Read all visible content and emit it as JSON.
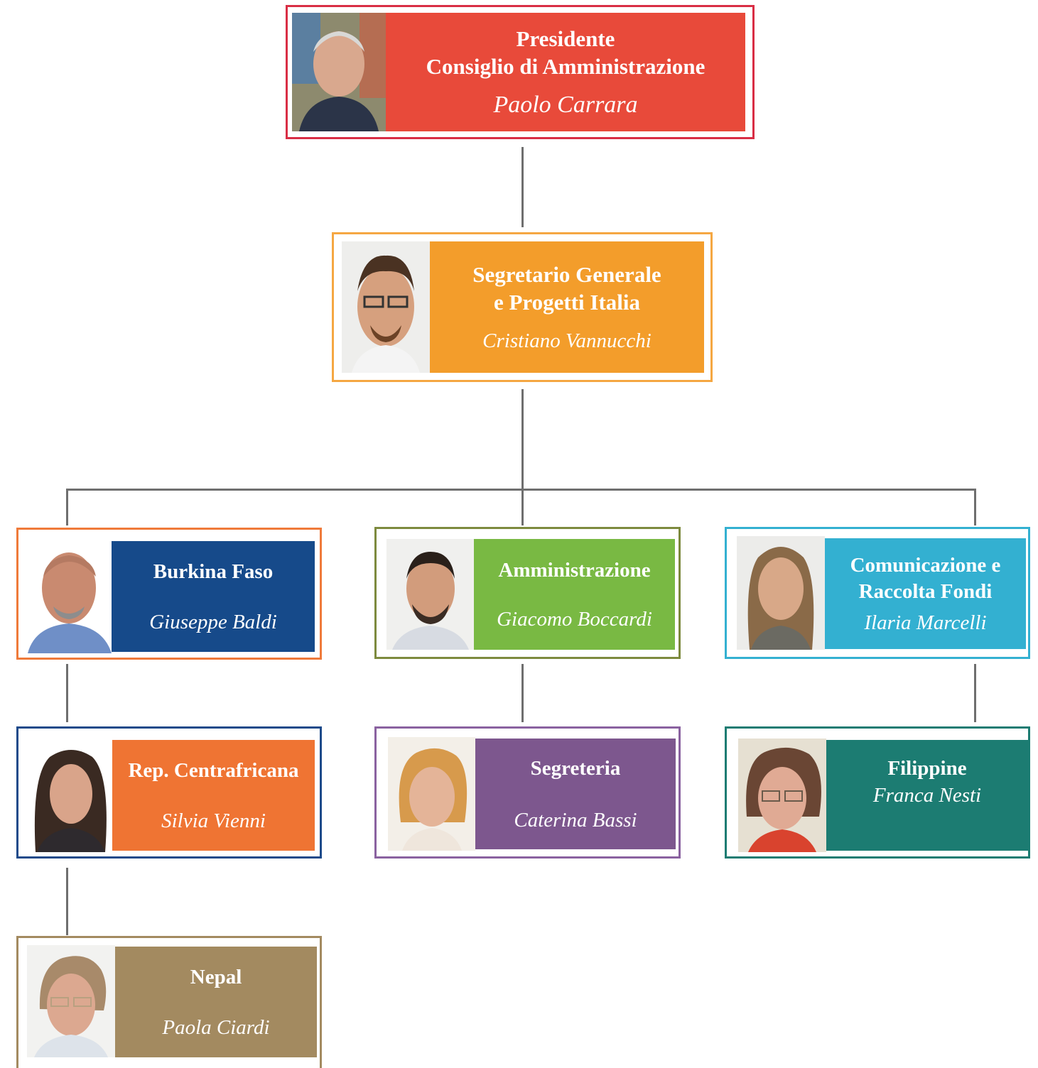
{
  "president": {
    "role_line1": "Presidente",
    "role_line2": "Consiglio di Amministrazione",
    "name": "Paolo Carrara",
    "color": "#e84a3a",
    "border": "#d92e45"
  },
  "secretary": {
    "role_line1": "Segretario Generale",
    "role_line2": "e Progetti Italia",
    "name": "Cristiano Vannucchi",
    "color": "#f39d2b",
    "border": "#f5a742"
  },
  "departments": [
    {
      "role_line1": "Burkina Faso",
      "role_line2": "",
      "name": "Giuseppe Baldi",
      "color": "#164a8a",
      "border": "#ef7a3a"
    },
    {
      "role_line1": "Amministrazione",
      "role_line2": "",
      "name": "Giacomo Boccardi",
      "color": "#79b943",
      "border": "#7d8a3e"
    },
    {
      "role_line1": "Comunicazione e",
      "role_line2": "Raccolta Fondi",
      "name": "Ilaria Marcelli",
      "color": "#33b0d1",
      "border": "#33b0d1"
    }
  ],
  "subunits": [
    {
      "role_line1": "Rep. Centrafricana",
      "role_line2": "",
      "name": "Silvia Vienni",
      "color": "#ef7433",
      "border": "#1d4a8a"
    },
    {
      "role_line1": "Segreteria",
      "role_line2": "",
      "name": "Caterina Bassi",
      "color": "#7d578e",
      "border": "#8a62a0"
    },
    {
      "role_line1": "Filippine",
      "role_line2": "",
      "name": "Franca Nesti",
      "color": "#1c7c72",
      "border": "#1c7c72"
    }
  ],
  "nepal": {
    "role_line1": "Nepal",
    "role_line2": "",
    "name": "Paola Ciardi",
    "color": "#a38a60",
    "border": "#a38a60"
  }
}
